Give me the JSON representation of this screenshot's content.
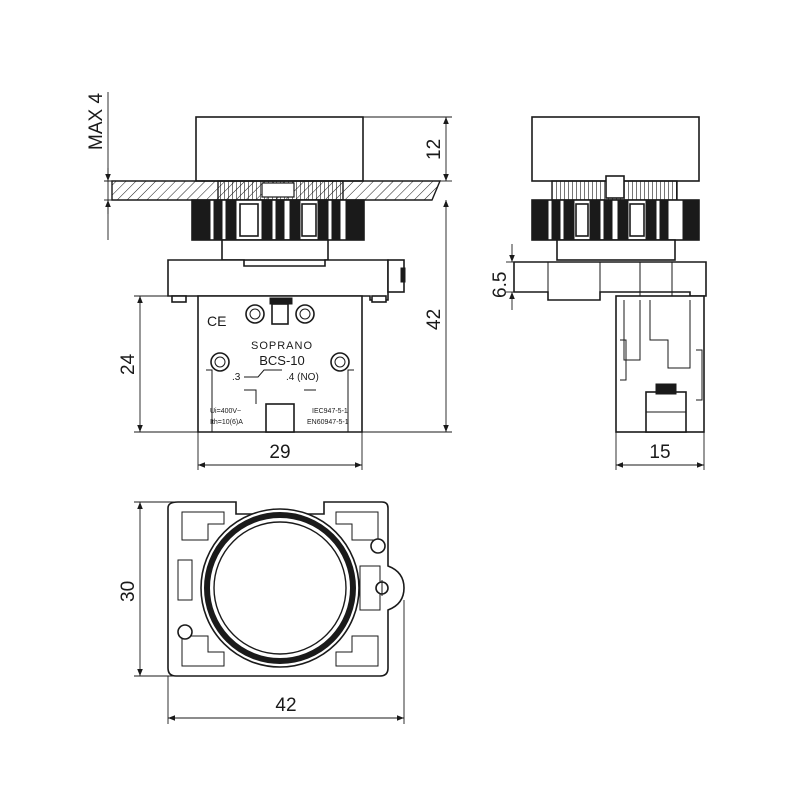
{
  "dimensions": {
    "max_travel": "MAX 4",
    "bezel_height": "12",
    "overall_height": "42",
    "contact_height": "24",
    "contact_width": "29",
    "flange_thickness": "6.5",
    "side_depth": "15",
    "base_height": "30",
    "base_width": "42"
  },
  "block_markings": {
    "ce": "CE",
    "brand": "SOPRANO",
    "model": "BCS-10",
    "terminal_left": ".3",
    "terminal_right": ".4 (NO)",
    "ui_rating": "Ui=400V~",
    "ith_rating": "Ith=10(6)A",
    "std_1": "IEC947-5-1",
    "std_2": "EN60947-5-1"
  }
}
